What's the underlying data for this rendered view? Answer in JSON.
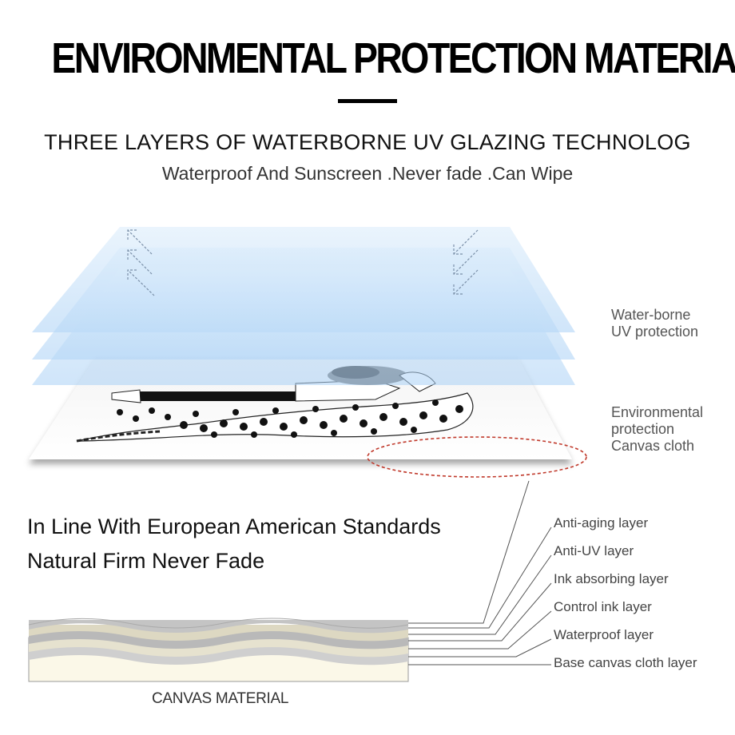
{
  "header": {
    "title": "ENVIRONMENTAL PROTECTION MATERIAL",
    "subtitle": "THREE LAYERS OF WATERBORNE UV GLAZING TECHNOLOG",
    "tagline": "Waterproof And Sunscreen .Never fade .Can Wipe"
  },
  "side_labels": {
    "uv": [
      "Water-borne",
      "UV protection"
    ],
    "canvas": [
      "Environmental",
      "protection",
      "Canvas cloth"
    ]
  },
  "standards": {
    "line1": "In Line With European American Standards",
    "line2": "Natural Firm Never Fade"
  },
  "layers": [
    "Anti-aging layer",
    "Anti-UV layer",
    "Ink absorbing layer",
    "Control ink layer",
    "Waterproof layer",
    "Base canvas cloth layer"
  ],
  "canvas_caption": "CANVAS MATERIAL",
  "colors": {
    "glaze": "#a9d0f5",
    "highlight_ring": "#c0392b",
    "canvas_base": "#fbf8e8"
  }
}
